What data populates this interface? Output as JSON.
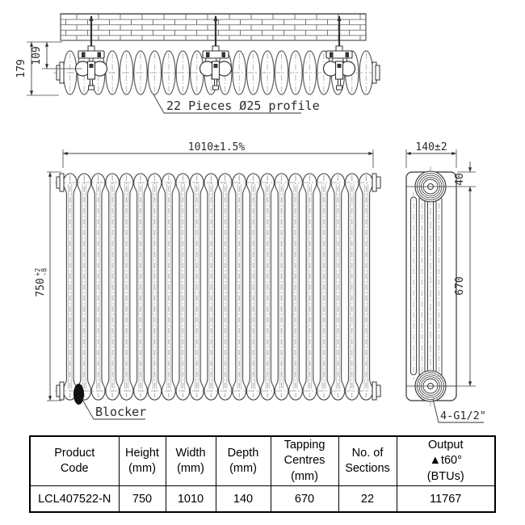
{
  "top_view": {
    "dim_depth_total": "179",
    "dim_tapping_from_wall": "109",
    "profile_note": "22 Pieces Ø25 profile"
  },
  "front_view": {
    "dim_width": "1010±1.5%",
    "dim_height": {
      "value": "750",
      "tol_plus": "+2",
      "tol_minus": "-8"
    },
    "blocker_label": "Blocker"
  },
  "side_view": {
    "dim_depth": "140±2",
    "dim_top_to_tapping": "40",
    "dim_tapping_centres": "670",
    "connection_label": "4-G1/2\""
  },
  "table": {
    "columns": [
      {
        "lines": [
          "Product",
          "Code",
          ""
        ]
      },
      {
        "lines": [
          "Height",
          "(mm)",
          ""
        ]
      },
      {
        "lines": [
          "Width",
          "(mm)",
          ""
        ]
      },
      {
        "lines": [
          "Depth",
          "(mm)",
          ""
        ]
      },
      {
        "lines": [
          "Tapping",
          "Centres",
          "(mm)"
        ]
      },
      {
        "lines": [
          "No. of",
          "Sections",
          ""
        ]
      },
      {
        "lines": [
          "Output",
          "▲t60°",
          "(BTUs)"
        ]
      }
    ],
    "row": [
      "LCL407522-N",
      "750",
      "1010",
      "140",
      "670",
      "22",
      "11767"
    ]
  },
  "colors": {
    "line": "#333333",
    "light_line": "#999999",
    "background": "#ffffff"
  }
}
